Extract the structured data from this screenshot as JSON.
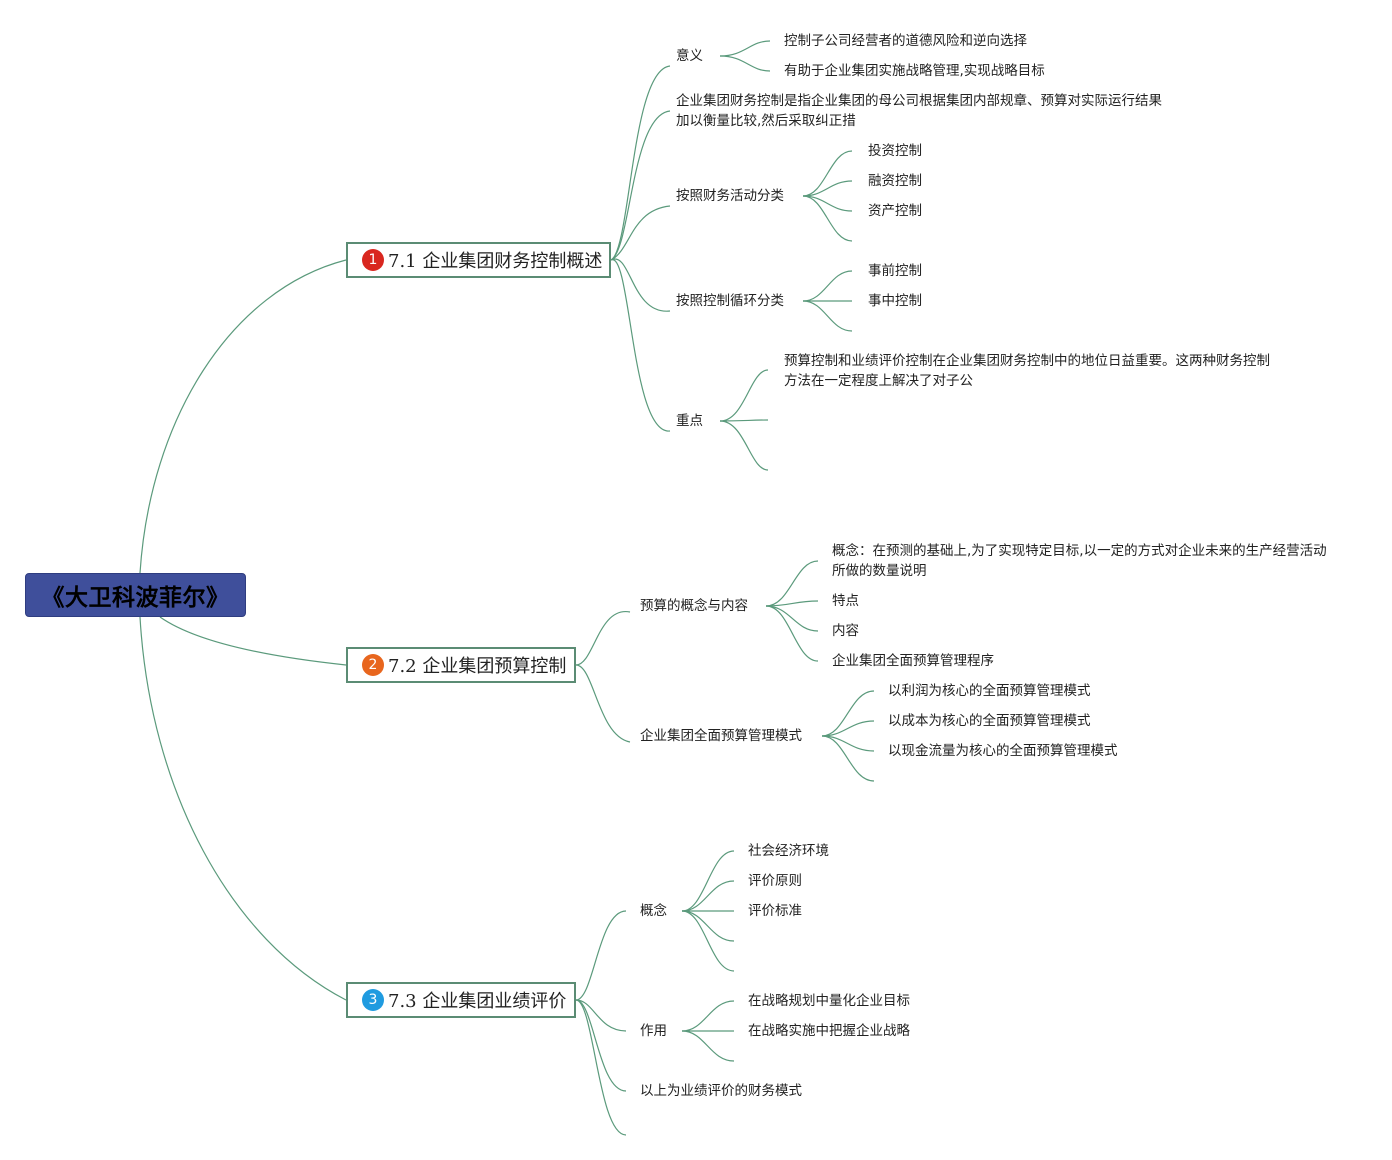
{
  "root": {
    "label": "《大卫科波菲尔》"
  },
  "branches": [
    {
      "number": "1",
      "badge_color": "#d9271f",
      "title": "7.1 企业集团财务控制概述",
      "children": [
        {
          "label": "意义",
          "children": [
            "控制子公司经营者的道德风险和逆向选择",
            "有助于企业集团实施战略管理,实现战略目标"
          ]
        },
        {
          "label": "企业集团财务控制是指企业集团的母公司根据集团内部规章、预算对实际运行结果加以衡量比较,然后采取纠正措"
        },
        {
          "label": "按照财务活动分类",
          "children": [
            "投资控制",
            "融资控制",
            "资产控制"
          ]
        },
        {
          "label": "按照控制循环分类",
          "children": [
            "事前控制",
            "事中控制"
          ]
        },
        {
          "label": "重点",
          "children": [
            "预算控制和业绩评价控制在企业集团财务控制中的地位日益重要。这两种财务控制方法在一定程度上解决了对子公"
          ]
        }
      ]
    },
    {
      "number": "2",
      "badge_color": "#e8661e",
      "title": "7.2 企业集团预算控制",
      "children": [
        {
          "label": "预算的概念与内容",
          "children": [
            "概念：在预测的基础上,为了实现特定目标,以一定的方式对企业未来的生产经营活动所做的数量说明",
            "特点",
            "内容",
            "企业集团全面预算管理程序"
          ]
        },
        {
          "label": "企业集团全面预算管理模式",
          "children": [
            "以利润为核心的全面预算管理模式",
            "以成本为核心的全面预算管理模式",
            "以现金流量为核心的全面预算管理模式"
          ]
        }
      ]
    },
    {
      "number": "3",
      "badge_color": "#1f9be0",
      "title": "7.3 企业集团业绩评价",
      "children": [
        {
          "label": "概念",
          "children": [
            "社会经济环境",
            "评价原则",
            "评价标准"
          ]
        },
        {
          "label": "作用",
          "children": [
            "在战略规划中量化企业目标",
            "在战略实施中把握企业战略"
          ]
        },
        {
          "label": "以上为业绩评价的财务模式"
        }
      ]
    }
  ],
  "colors": {
    "line": "#5b9a7c",
    "root_bg": "#3f4f9b",
    "branch_border": "#5b8c74"
  }
}
